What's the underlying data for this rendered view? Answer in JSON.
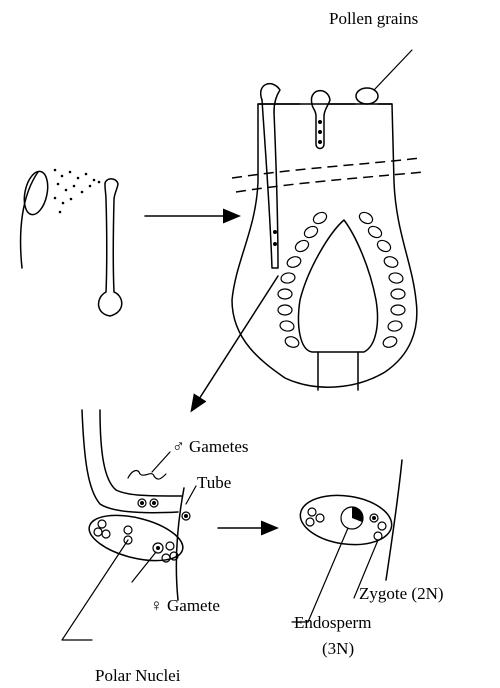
{
  "labels": {
    "pollen_grains": "Pollen grains",
    "male_gametes": "Gametes",
    "tube": "Tube",
    "female_gamete": "Gamete",
    "polar_nuclei": "Polar Nuclei",
    "zygote": "Zygote (2N)",
    "endosperm_line1": "Endosperm",
    "endosperm_line2": "(3N)"
  },
  "symbols": {
    "male": "♂",
    "female": "♀"
  }
}
